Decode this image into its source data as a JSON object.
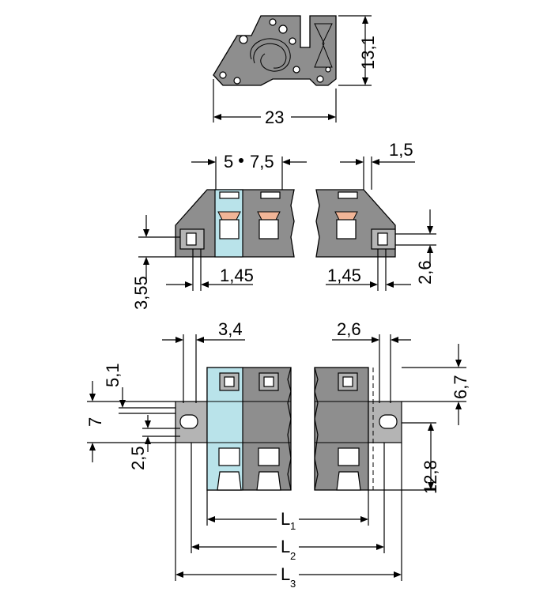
{
  "dimensions": {
    "top_height": "13,1",
    "top_width": "23",
    "pitch_a": "5",
    "pitch_b": "7,5",
    "offset_right_top": "1,5",
    "left_height": "3,55",
    "left_offset": "1,45",
    "right_offset": "1,45",
    "right_height": "2,6",
    "front_left_top": "3,4",
    "front_right_top": "2,6",
    "front_left_51": "5,1",
    "front_left_7": "7",
    "front_left_25": "2,5",
    "front_right_67": "6,7",
    "front_right_128": "12,8",
    "L1_main": "L",
    "L1_sub": "1",
    "L2_main": "L",
    "L2_sub": "2",
    "L3_main": "L",
    "L3_sub": "3"
  },
  "colors": {
    "housing": "#8e8e8e",
    "light_housing": "#b4b4b4",
    "first_pole": "#b9e3ea",
    "clamp_indicator": "#ffee00",
    "release_button": "#f1b597"
  }
}
